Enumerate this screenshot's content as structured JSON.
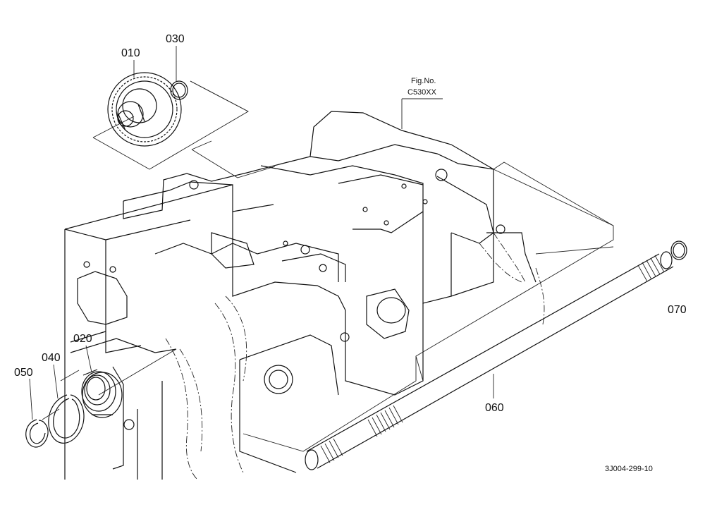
{
  "figure_ref": {
    "line1": "Fig.No.",
    "line2": "C530XX"
  },
  "drawing_code": "3J004-299-10",
  "parts": [
    {
      "id": "p010",
      "label": "010"
    },
    {
      "id": "p020",
      "label": "020"
    },
    {
      "id": "p030",
      "label": "030"
    },
    {
      "id": "p040",
      "label": "040"
    },
    {
      "id": "p050",
      "label": "050"
    },
    {
      "id": "p060",
      "label": "060"
    },
    {
      "id": "p070",
      "label": "070"
    }
  ]
}
